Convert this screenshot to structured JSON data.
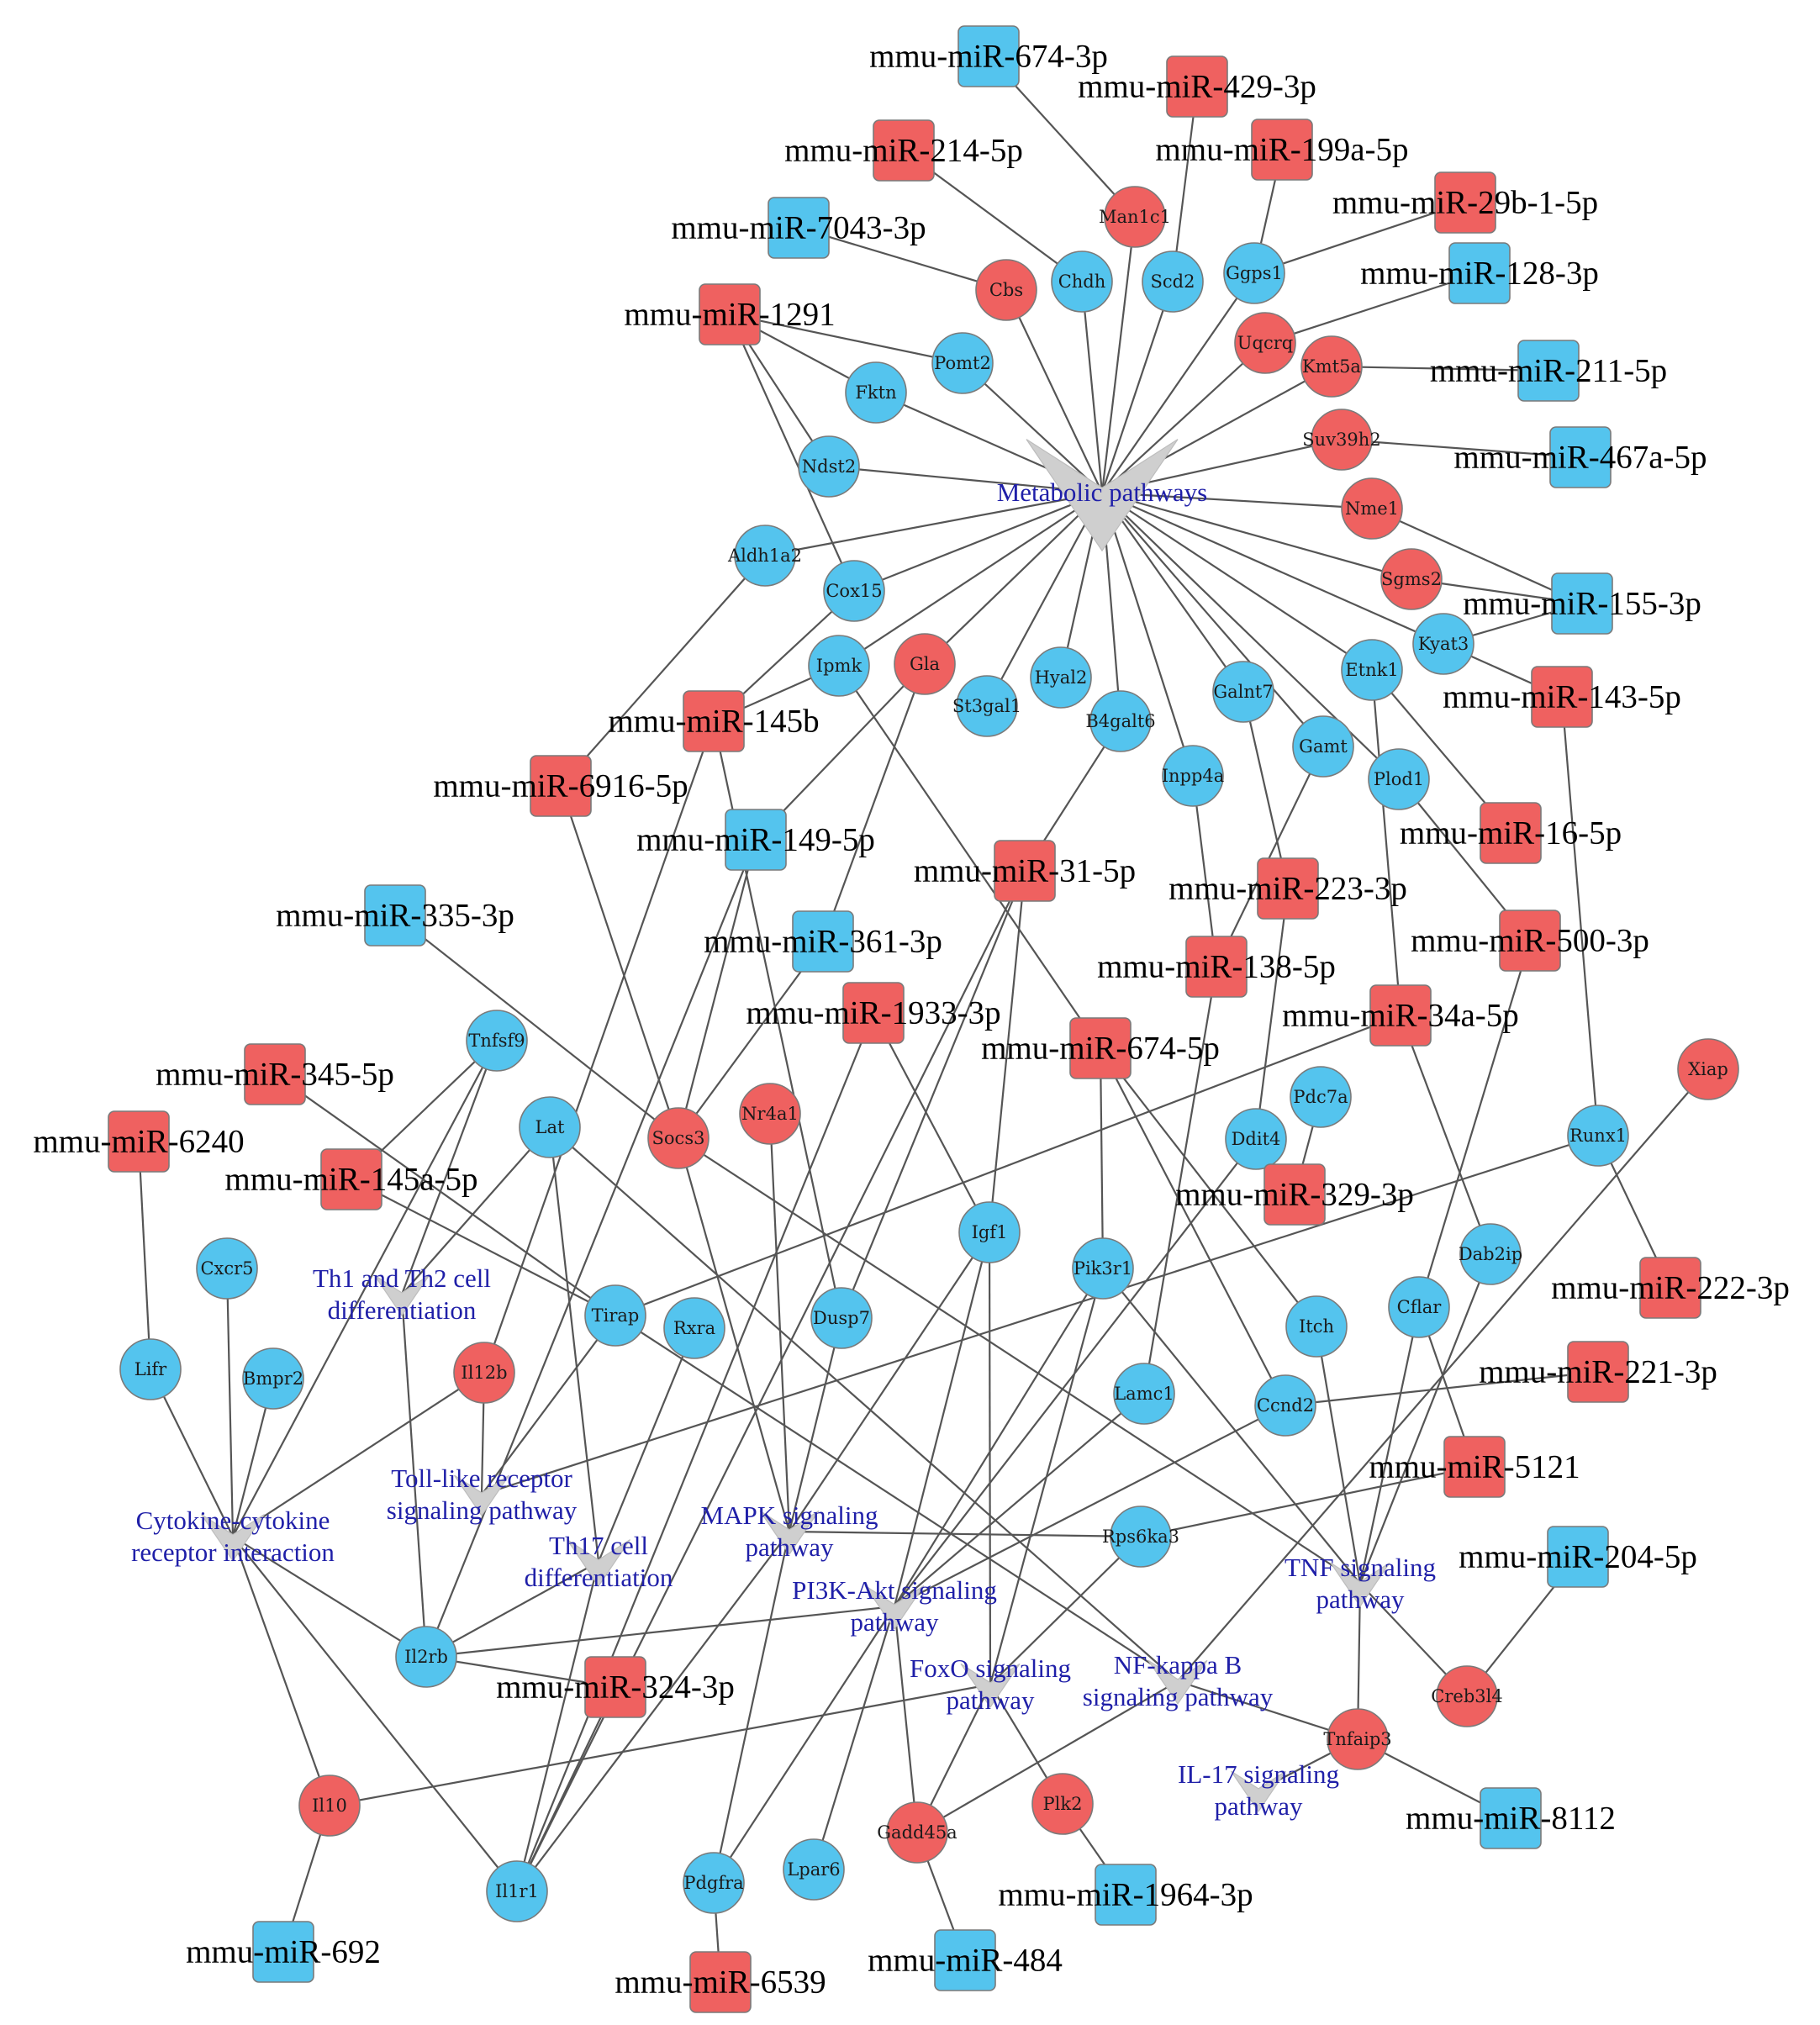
{
  "colors": {
    "upregulated": "#ef6160",
    "downregulated": "#54c4ee",
    "pathway": "#cfcfcf",
    "pathway_text": "#1f1fa8",
    "edge": "#555555"
  },
  "pathways": [
    {
      "id": "metabolic",
      "lines": [
        "Metabolic pathways"
      ]
    },
    {
      "id": "th1th2",
      "lines": [
        "Th1 and Th2 cell",
        "differentiation"
      ]
    },
    {
      "id": "cytokine",
      "lines": [
        "Cytokine-cytokine",
        "receptor interaction"
      ]
    },
    {
      "id": "tolllike",
      "lines": [
        "Toll-like receptor",
        "signaling pathway"
      ]
    },
    {
      "id": "th17",
      "lines": [
        "Th17 cell",
        "differentiation"
      ]
    },
    {
      "id": "mapk",
      "lines": [
        "MAPK signaling",
        "pathway"
      ]
    },
    {
      "id": "pi3k",
      "lines": [
        "PI3K-Akt signaling",
        "pathway"
      ]
    },
    {
      "id": "foxo",
      "lines": [
        "FoxO signaling",
        "pathway"
      ]
    },
    {
      "id": "nfkb",
      "lines": [
        "NF-kappa B",
        "signaling pathway"
      ]
    },
    {
      "id": "tnf",
      "lines": [
        "TNF signaling",
        "pathway"
      ]
    },
    {
      "id": "il17",
      "lines": [
        "IL-17 signaling",
        "pathway"
      ]
    }
  ],
  "genes": [
    {
      "id": "Man1c1",
      "label": "Man1c1",
      "color": "red"
    },
    {
      "id": "Chdh",
      "label": "Chdh",
      "color": "blue"
    },
    {
      "id": "Scd2",
      "label": "Scd2",
      "color": "blue"
    },
    {
      "id": "Ggps1",
      "label": "Ggps1",
      "color": "blue"
    },
    {
      "id": "Cbs",
      "label": "Cbs",
      "color": "red"
    },
    {
      "id": "Uqcrq",
      "label": "Uqcrq",
      "color": "red"
    },
    {
      "id": "Kmt5a",
      "label": "Kmt5a",
      "color": "red"
    },
    {
      "id": "Pomt2",
      "label": "Pomt2",
      "color": "blue"
    },
    {
      "id": "Fktn",
      "label": "Fktn",
      "color": "blue"
    },
    {
      "id": "Suv39h2",
      "label": "Suv39h2",
      "color": "red"
    },
    {
      "id": "Ndst2",
      "label": "Ndst2",
      "color": "blue"
    },
    {
      "id": "Nme1",
      "label": "Nme1",
      "color": "red"
    },
    {
      "id": "Aldh1a2",
      "label": "Aldh1a2",
      "color": "blue"
    },
    {
      "id": "Cox15",
      "label": "Cox15",
      "color": "blue"
    },
    {
      "id": "Sgms2",
      "label": "Sgms2",
      "color": "red"
    },
    {
      "id": "Kyat3",
      "label": "Kyat3",
      "color": "blue"
    },
    {
      "id": "Ipmk",
      "label": "Ipmk",
      "color": "blue"
    },
    {
      "id": "Gla",
      "label": "Gla",
      "color": "red"
    },
    {
      "id": "Etnk1",
      "label": "Etnk1",
      "color": "blue"
    },
    {
      "id": "St3gal1",
      "label": "St3gal1",
      "color": "blue"
    },
    {
      "id": "Hyal2",
      "label": "Hyal2",
      "color": "blue"
    },
    {
      "id": "B4galt6",
      "label": "B4galt6",
      "color": "blue"
    },
    {
      "id": "Galnt7",
      "label": "Galnt7",
      "color": "blue"
    },
    {
      "id": "Gamt",
      "label": "Gamt",
      "color": "blue"
    },
    {
      "id": "Inpp4a",
      "label": "Inpp4a",
      "color": "blue"
    },
    {
      "id": "Plod1",
      "label": "Plod1",
      "color": "blue"
    },
    {
      "id": "Xiap",
      "label": "Xiap",
      "color": "red"
    },
    {
      "id": "Tnfsf9",
      "label": "Tnfsf9",
      "color": "blue"
    },
    {
      "id": "Lat",
      "label": "Lat",
      "color": "blue"
    },
    {
      "id": "Socs3",
      "label": "Socs3",
      "color": "red"
    },
    {
      "id": "Nr4a1",
      "label": "Nr4a1",
      "color": "red"
    },
    {
      "id": "Pdc7a",
      "label": "Pdc7a",
      "color": "blue"
    },
    {
      "id": "Ddit4",
      "label": "Ddit4",
      "color": "blue"
    },
    {
      "id": "Runx1",
      "label": "Runx1",
      "color": "blue"
    },
    {
      "id": "Igf1",
      "label": "Igf1",
      "color": "blue"
    },
    {
      "id": "Pik3r1",
      "label": "Pik3r1",
      "color": "blue"
    },
    {
      "id": "Cxcr5",
      "label": "Cxcr5",
      "color": "blue"
    },
    {
      "id": "Tirap",
      "label": "Tirap",
      "color": "blue"
    },
    {
      "id": "Rxra",
      "label": "Rxra",
      "color": "blue"
    },
    {
      "id": "Dusp7",
      "label": "Dusp7",
      "color": "blue"
    },
    {
      "id": "Dab2ip",
      "label": "Dab2ip",
      "color": "blue"
    },
    {
      "id": "Cflar",
      "label": "Cflar",
      "color": "blue"
    },
    {
      "id": "Itch",
      "label": "Itch",
      "color": "blue"
    },
    {
      "id": "Lifr",
      "label": "Lifr",
      "color": "blue"
    },
    {
      "id": "Bmpr2",
      "label": "Bmpr2",
      "color": "blue"
    },
    {
      "id": "Il12b",
      "label": "Il12b",
      "color": "red"
    },
    {
      "id": "Lamc1",
      "label": "Lamc1",
      "color": "blue"
    },
    {
      "id": "Ccnd2",
      "label": "Ccnd2",
      "color": "blue"
    },
    {
      "id": "Rps6ka3",
      "label": "Rps6ka3",
      "color": "blue"
    },
    {
      "id": "Il2rb",
      "label": "Il2rb",
      "color": "blue"
    },
    {
      "id": "Creb3l4",
      "label": "Creb3l4",
      "color": "red"
    },
    {
      "id": "Tnfaip3",
      "label": "Tnfaip3",
      "color": "red"
    },
    {
      "id": "Il10",
      "label": "Il10",
      "color": "red"
    },
    {
      "id": "Plk2",
      "label": "Plk2",
      "color": "red"
    },
    {
      "id": "Gadd45a",
      "label": "Gadd45a",
      "color": "red"
    },
    {
      "id": "Il1r1",
      "label": "Il1r1",
      "color": "blue"
    },
    {
      "id": "Pdgfra",
      "label": "Pdgfra",
      "color": "blue"
    },
    {
      "id": "Lpar6",
      "label": "Lpar6",
      "color": "blue"
    }
  ],
  "mirnas": [
    {
      "id": "m674_3p",
      "label": "mmu-miR-674-3p",
      "color": "blue"
    },
    {
      "id": "m429",
      "label": "mmu-miR-429-3p",
      "color": "red"
    },
    {
      "id": "m214",
      "label": "mmu-miR-214-5p",
      "color": "red"
    },
    {
      "id": "m199a",
      "label": "mmu-miR-199a-5p",
      "color": "red"
    },
    {
      "id": "m29b",
      "label": "mmu-miR-29b-1-5p",
      "color": "red"
    },
    {
      "id": "m7043",
      "label": "mmu-miR-7043-3p",
      "color": "blue"
    },
    {
      "id": "m128",
      "label": "mmu-miR-128-3p",
      "color": "blue"
    },
    {
      "id": "m1291",
      "label": "mmu-miR-1291",
      "color": "red"
    },
    {
      "id": "m211",
      "label": "mmu-miR-211-5p",
      "color": "blue"
    },
    {
      "id": "m467a",
      "label": "mmu-miR-467a-5p",
      "color": "blue"
    },
    {
      "id": "m155",
      "label": "mmu-miR-155-3p",
      "color": "blue"
    },
    {
      "id": "m143",
      "label": "mmu-miR-143-5p",
      "color": "red"
    },
    {
      "id": "m145b",
      "label": "mmu-miR-145b",
      "color": "red"
    },
    {
      "id": "m6916",
      "label": "mmu-miR-6916-5p",
      "color": "red"
    },
    {
      "id": "m16",
      "label": "mmu-miR-16-5p",
      "color": "red"
    },
    {
      "id": "m149",
      "label": "mmu-miR-149-5p",
      "color": "blue"
    },
    {
      "id": "m31",
      "label": "mmu-miR-31-5p",
      "color": "red"
    },
    {
      "id": "m223",
      "label": "mmu-miR-223-3p",
      "color": "red"
    },
    {
      "id": "m335",
      "label": "mmu-miR-335-3p",
      "color": "blue"
    },
    {
      "id": "m361",
      "label": "mmu-miR-361-3p",
      "color": "blue"
    },
    {
      "id": "m500",
      "label": "mmu-miR-500-3p",
      "color": "red"
    },
    {
      "id": "m138",
      "label": "mmu-miR-138-5p",
      "color": "red"
    },
    {
      "id": "m1933",
      "label": "mmu-miR-1933-3p",
      "color": "red"
    },
    {
      "id": "m34a",
      "label": "mmu-miR-34a-5p",
      "color": "red"
    },
    {
      "id": "m674_5p",
      "label": "mmu-miR-674-5p",
      "color": "red"
    },
    {
      "id": "m345",
      "label": "mmu-miR-345-5p",
      "color": "red"
    },
    {
      "id": "m6240",
      "label": "mmu-miR-6240",
      "color": "red"
    },
    {
      "id": "m145a",
      "label": "mmu-miR-145a-5p",
      "color": "red"
    },
    {
      "id": "m329",
      "label": "mmu-miR-329-3p",
      "color": "red"
    },
    {
      "id": "m222",
      "label": "mmu-miR-222-3p",
      "color": "red"
    },
    {
      "id": "m221",
      "label": "mmu-miR-221-3p",
      "color": "red"
    },
    {
      "id": "m5121",
      "label": "mmu-miR-5121",
      "color": "red"
    },
    {
      "id": "m204",
      "label": "mmu-miR-204-5p",
      "color": "blue"
    },
    {
      "id": "m324",
      "label": "mmu-miR-324-3p",
      "color": "red"
    },
    {
      "id": "m8112",
      "label": "mmu-miR-8112",
      "color": "blue"
    },
    {
      "id": "m1964",
      "label": "mmu-miR-1964-3p",
      "color": "blue"
    },
    {
      "id": "m692",
      "label": "mmu-miR-692",
      "color": "blue"
    },
    {
      "id": "m484",
      "label": "mmu-miR-484",
      "color": "blue"
    },
    {
      "id": "m6539",
      "label": "mmu-miR-6539",
      "color": "red"
    }
  ],
  "edges": [
    [
      "metabolic",
      "Man1c1"
    ],
    [
      "metabolic",
      "Chdh"
    ],
    [
      "metabolic",
      "Scd2"
    ],
    [
      "metabolic",
      "Ggps1"
    ],
    [
      "metabolic",
      "Cbs"
    ],
    [
      "metabolic",
      "Uqcrq"
    ],
    [
      "metabolic",
      "Kmt5a"
    ],
    [
      "metabolic",
      "Pomt2"
    ],
    [
      "metabolic",
      "Fktn"
    ],
    [
      "metabolic",
      "Suv39h2"
    ],
    [
      "metabolic",
      "Ndst2"
    ],
    [
      "metabolic",
      "Nme1"
    ],
    [
      "metabolic",
      "Aldh1a2"
    ],
    [
      "metabolic",
      "Cox15"
    ],
    [
      "metabolic",
      "Sgms2"
    ],
    [
      "metabolic",
      "Kyat3"
    ],
    [
      "metabolic",
      "Ipmk"
    ],
    [
      "metabolic",
      "Gla"
    ],
    [
      "metabolic",
      "Etnk1"
    ],
    [
      "metabolic",
      "St3gal1"
    ],
    [
      "metabolic",
      "Hyal2"
    ],
    [
      "metabolic",
      "B4galt6"
    ],
    [
      "metabolic",
      "Galnt7"
    ],
    [
      "metabolic",
      "Gamt"
    ],
    [
      "metabolic",
      "Inpp4a"
    ],
    [
      "metabolic",
      "Plod1"
    ],
    [
      "m674_3p",
      "Man1c1"
    ],
    [
      "m429",
      "Scd2"
    ],
    [
      "m214",
      "Chdh"
    ],
    [
      "m199a",
      "Ggps1"
    ],
    [
      "m29b",
      "Ggps1"
    ],
    [
      "m7043",
      "Cbs"
    ],
    [
      "m128",
      "Uqcrq"
    ],
    [
      "m1291",
      "Pomt2"
    ],
    [
      "m1291",
      "Fktn"
    ],
    [
      "m1291",
      "Ndst2"
    ],
    [
      "m1291",
      "Cox15"
    ],
    [
      "m211",
      "Kmt5a"
    ],
    [
      "m467a",
      "Suv39h2"
    ],
    [
      "m155",
      "Nme1"
    ],
    [
      "m155",
      "Sgms2"
    ],
    [
      "m155",
      "Kyat3"
    ],
    [
      "m143",
      "Kyat3"
    ],
    [
      "m143",
      "Runx1"
    ],
    [
      "m145b",
      "Cox15"
    ],
    [
      "m145b",
      "Ipmk"
    ],
    [
      "m145b",
      "Dusp7"
    ],
    [
      "m145b",
      "Il12b"
    ],
    [
      "m6916",
      "Aldh1a2"
    ],
    [
      "m6916",
      "Socs3"
    ],
    [
      "m16",
      "Etnk1"
    ],
    [
      "m149",
      "Gla"
    ],
    [
      "m149",
      "Socs3"
    ],
    [
      "m149",
      "Il2rb"
    ],
    [
      "m31",
      "B4galt6"
    ],
    [
      "m31",
      "Dusp7"
    ],
    [
      "m31",
      "Igf1"
    ],
    [
      "m31",
      "Il1r1"
    ],
    [
      "m223",
      "Galnt7"
    ],
    [
      "m223",
      "Ddit4"
    ],
    [
      "m335",
      "Socs3"
    ],
    [
      "m361",
      "Gla"
    ],
    [
      "m361",
      "Socs3"
    ],
    [
      "m500",
      "Plod1"
    ],
    [
      "m500",
      "Cflar"
    ],
    [
      "m138",
      "Inpp4a"
    ],
    [
      "m138",
      "Gamt"
    ],
    [
      "m138",
      "Lamc1"
    ],
    [
      "m1933",
      "Igf1"
    ],
    [
      "m1933",
      "Il1r1"
    ],
    [
      "m34a",
      "Etnk1"
    ],
    [
      "m34a",
      "Tirap"
    ],
    [
      "m34a",
      "Dab2ip"
    ],
    [
      "m674_5p",
      "Ipmk"
    ],
    [
      "m674_5p",
      "Pik3r1"
    ],
    [
      "m674_5p",
      "Itch"
    ],
    [
      "m674_5p",
      "Ccnd2"
    ],
    [
      "m345",
      "Tirap"
    ],
    [
      "m6240",
      "Lifr"
    ],
    [
      "m145a",
      "Tnfsf9"
    ],
    [
      "m145a",
      "Tirap"
    ],
    [
      "m329",
      "Pdc7a"
    ],
    [
      "m222",
      "Runx1"
    ],
    [
      "m221",
      "Ccnd2"
    ],
    [
      "m5121",
      "Rps6ka3"
    ],
    [
      "m5121",
      "Cflar"
    ],
    [
      "m204",
      "Creb3l4"
    ],
    [
      "m324",
      "Il1r1"
    ],
    [
      "m324",
      "Il2rb"
    ],
    [
      "m8112",
      "Tnfaip3"
    ],
    [
      "m1964",
      "Plk2"
    ],
    [
      "m692",
      "Il10"
    ],
    [
      "m484",
      "Gadd45a"
    ],
    [
      "m6539",
      "Pdgfra"
    ],
    [
      "cytokine",
      "Cxcr5"
    ],
    [
      "cytokine",
      "Lifr"
    ],
    [
      "cytokine",
      "Bmpr2"
    ],
    [
      "cytokine",
      "Il10"
    ],
    [
      "cytokine",
      "Il1r1"
    ],
    [
      "cytokine",
      "Il2rb"
    ],
    [
      "cytokine",
      "Tnfsf9"
    ],
    [
      "cytokine",
      "Il12b"
    ],
    [
      "th1th2",
      "Lat"
    ],
    [
      "th1th2",
      "Il2rb"
    ],
    [
      "th1th2",
      "Tnfsf9"
    ],
    [
      "tolllike",
      "Tirap"
    ],
    [
      "tolllike",
      "Il12b"
    ],
    [
      "tolllike",
      "Runx1"
    ],
    [
      "th17",
      "Lat"
    ],
    [
      "th17",
      "Rxra"
    ],
    [
      "th17",
      "Il2rb"
    ],
    [
      "th17",
      "Il1r1"
    ],
    [
      "mapk",
      "Nr4a1"
    ],
    [
      "mapk",
      "Dusp7"
    ],
    [
      "mapk",
      "Igf1"
    ],
    [
      "mapk",
      "Rps6ka3"
    ],
    [
      "mapk",
      "Il1r1"
    ],
    [
      "mapk",
      "Pdgfra"
    ],
    [
      "mapk",
      "Socs3"
    ],
    [
      "pi3k",
      "Igf1"
    ],
    [
      "pi3k",
      "Pik3r1"
    ],
    [
      "pi3k",
      "Lamc1"
    ],
    [
      "pi3k",
      "Ccnd2"
    ],
    [
      "pi3k",
      "Il2rb"
    ],
    [
      "pi3k",
      "Pdgfra"
    ],
    [
      "pi3k",
      "Lpar6"
    ],
    [
      "pi3k",
      "Gadd45a"
    ],
    [
      "pi3k",
      "Ddit4"
    ],
    [
      "foxo",
      "Igf1"
    ],
    [
      "foxo",
      "Pik3r1"
    ],
    [
      "foxo",
      "Plk2"
    ],
    [
      "foxo",
      "Gadd45a"
    ],
    [
      "foxo",
      "Il10"
    ],
    [
      "foxo",
      "Rps6ka3"
    ],
    [
      "nfkb",
      "Lat"
    ],
    [
      "nfkb",
      "Xiap"
    ],
    [
      "nfkb",
      "Tnfaip3"
    ],
    [
      "nfkb",
      "Gadd45a"
    ],
    [
      "nfkb",
      "Tirap"
    ],
    [
      "tnf",
      "Pik3r1"
    ],
    [
      "tnf",
      "Socs3"
    ],
    [
      "tnf",
      "Cflar"
    ],
    [
      "tnf",
      "Itch"
    ],
    [
      "tnf",
      "Creb3l4"
    ],
    [
      "tnf",
      "Tnfaip3"
    ],
    [
      "tnf",
      "Dab2ip"
    ],
    [
      "il17",
      "Tnfaip3"
    ]
  ]
}
